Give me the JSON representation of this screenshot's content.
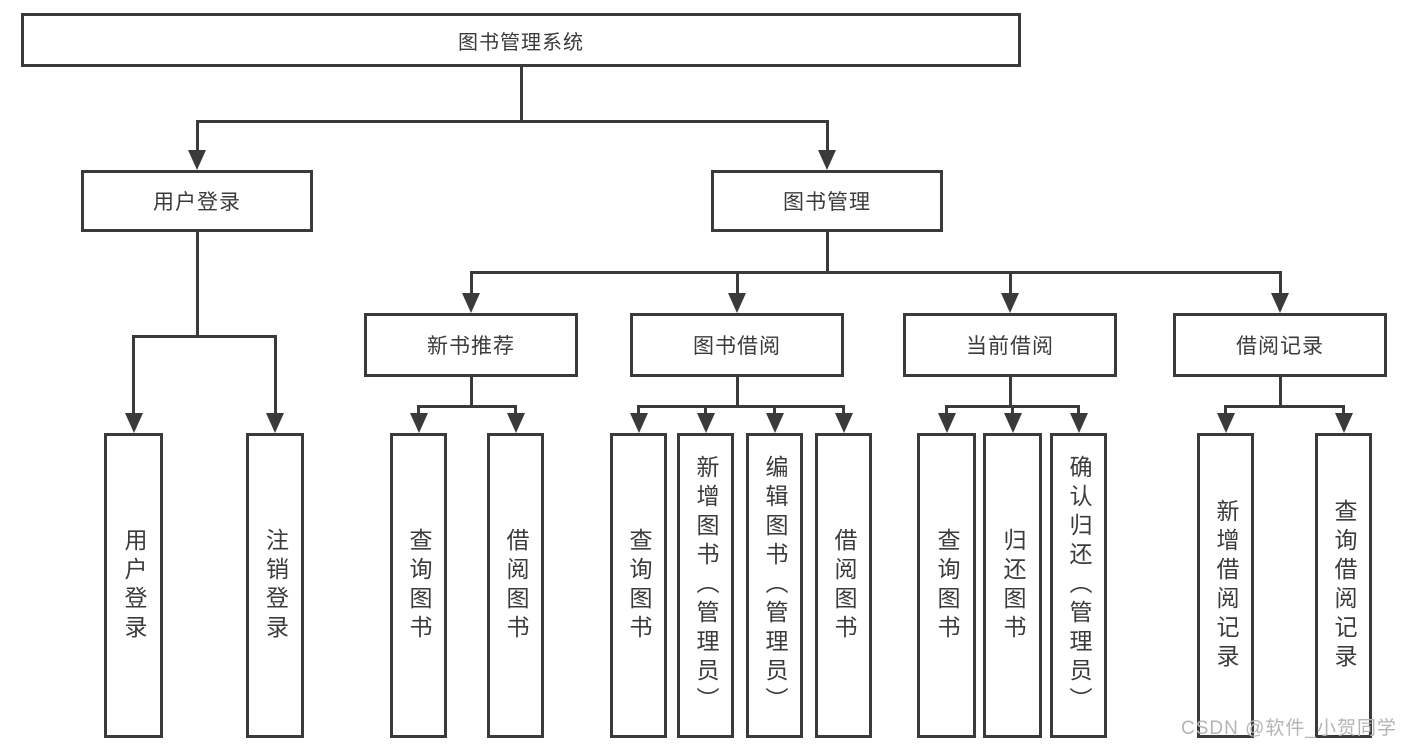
{
  "colors": {
    "line": "#3a3a3a",
    "box_border": "#3a3a3a",
    "text": "#3b3b3b",
    "watermark": "#b5b5b5"
  },
  "diagram": {
    "root": "图书管理系统",
    "branches": [
      {
        "label": "用户登录",
        "children": [
          "用户登录",
          "注销登录"
        ]
      },
      {
        "label": "图书管理",
        "sections": [
          {
            "label": "新书推荐",
            "children": [
              "查询图书",
              "借阅图书"
            ]
          },
          {
            "label": "图书借阅",
            "children": [
              "查询图书",
              "新增图书（管理员）",
              "编辑图书（管理员）",
              "借阅图书"
            ]
          },
          {
            "label": "当前借阅",
            "children": [
              "查询图书",
              "归还图书",
              "确认归还（管理员）"
            ]
          },
          {
            "label": "借阅记录",
            "children": [
              "新增借阅记录",
              "查询借阅记录"
            ]
          }
        ]
      }
    ]
  },
  "watermark": {
    "text": "CSDN @软件_小贺同学"
  }
}
